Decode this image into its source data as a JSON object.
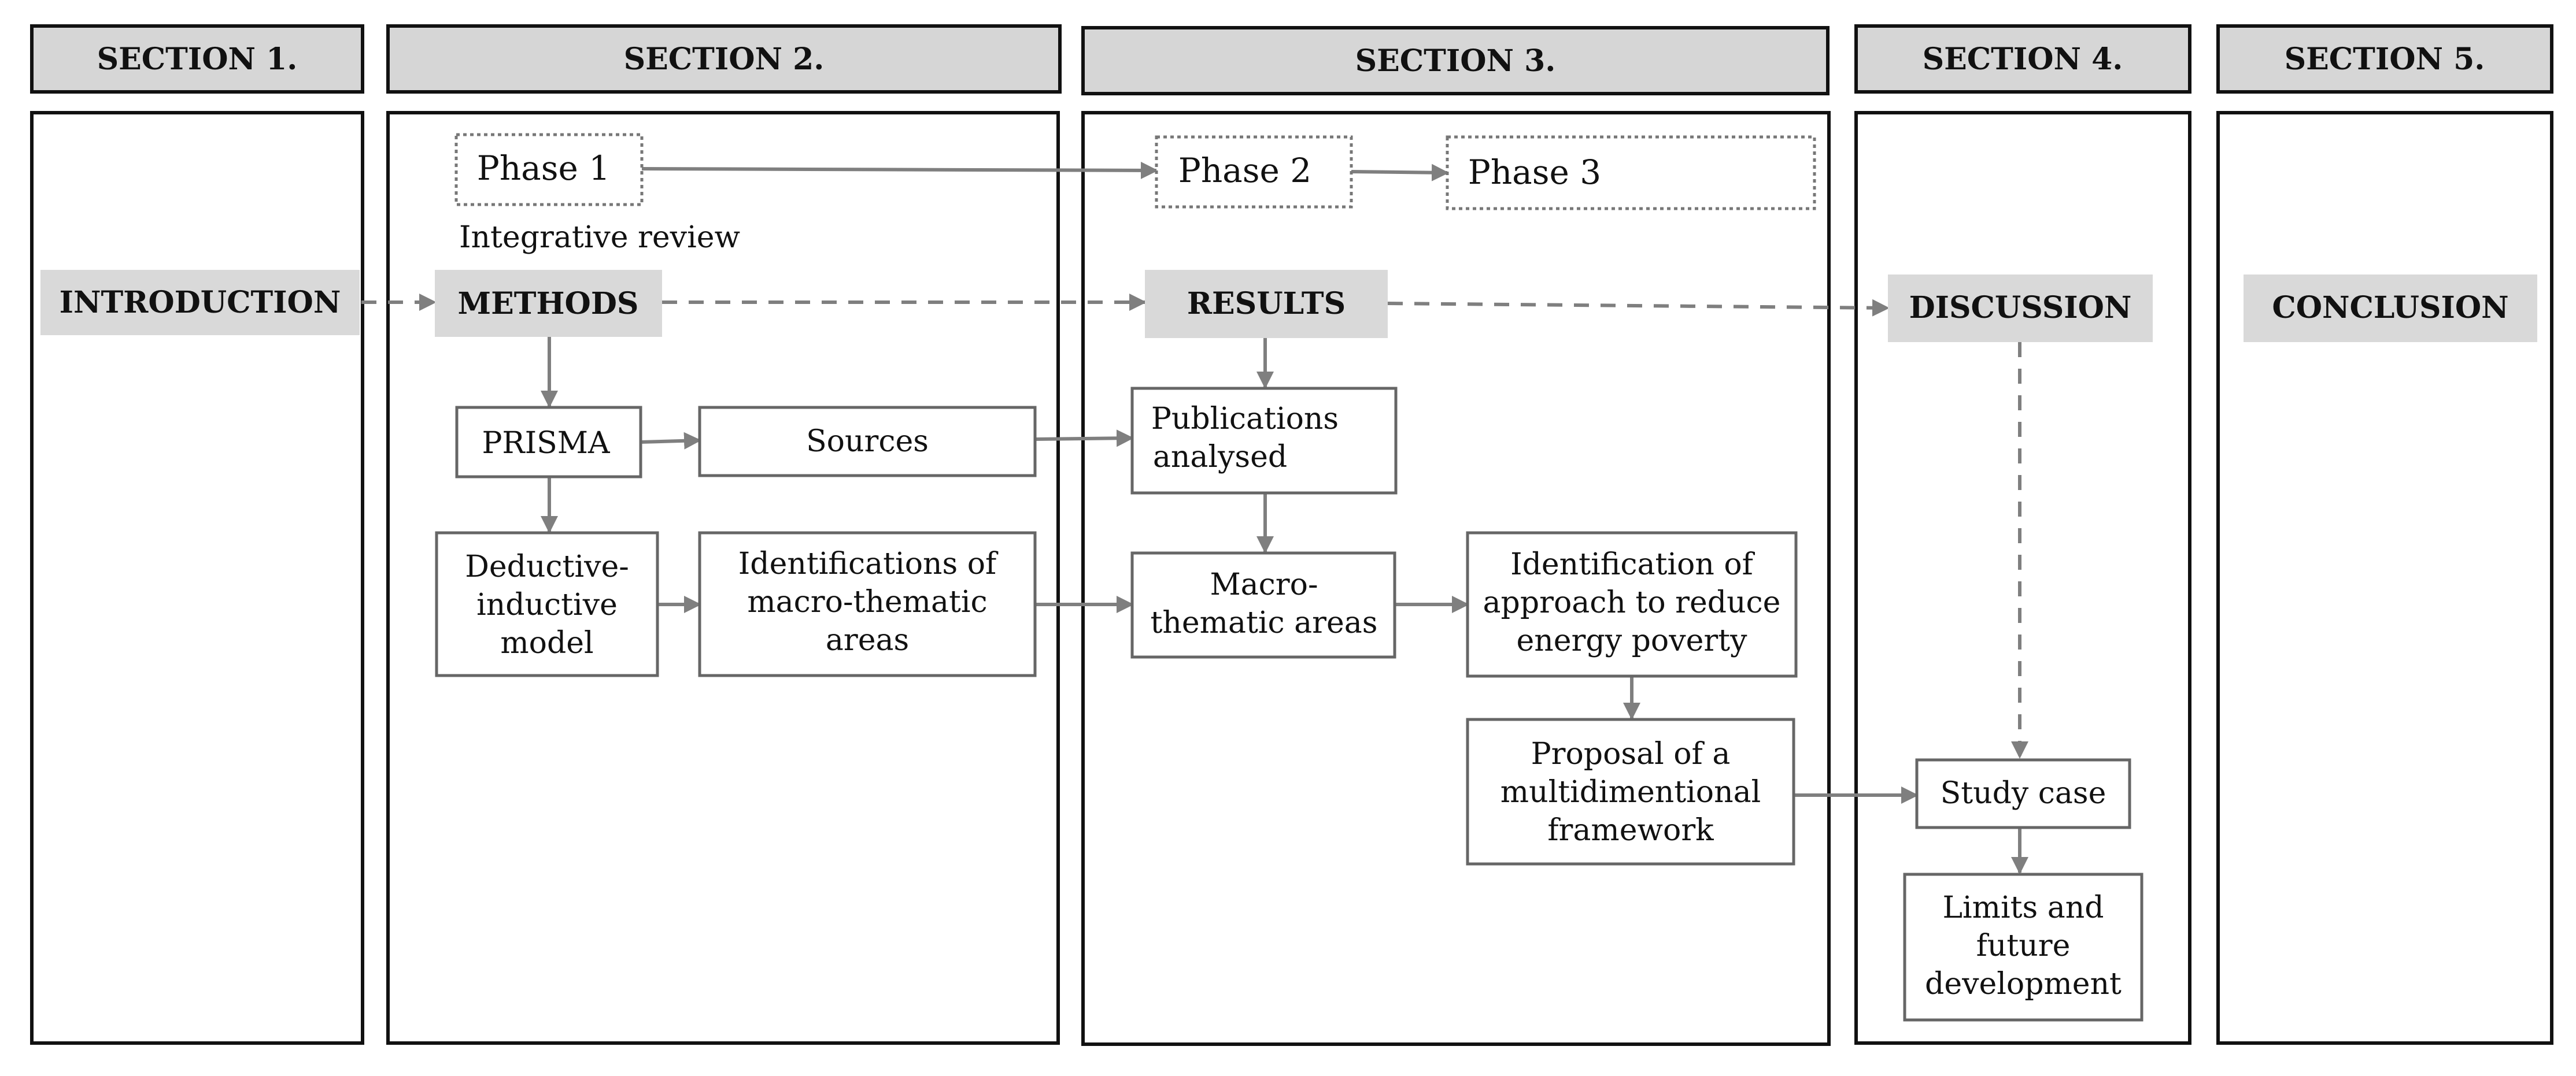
{
  "colors": {
    "header_fill": "#d6d6d6",
    "label_fill": "#d9d9d9",
    "arrow": "#7f7f7f",
    "border": "#111111",
    "box_border": "#666666"
  },
  "sections": [
    "SECTION 1.",
    "SECTION 2.",
    "SECTION 3.",
    "SECTION 4.",
    "SECTION 5."
  ],
  "stage_labels": {
    "introduction": "INTRODUCTION",
    "methods": "METHODS",
    "results": "RESULTS",
    "discussion": "DISCUSSION",
    "conclusion": "CONCLUSION"
  },
  "phases": {
    "phase1": "Phase 1",
    "phase2": "Phase 2",
    "phase3": "Phase 3",
    "phase1_note": "Integrative review"
  },
  "boxes": {
    "prisma": [
      "PRISMA"
    ],
    "sources": [
      "Sources"
    ],
    "deductive": [
      "Deductive-",
      "inductive",
      "model"
    ],
    "identifications": [
      "Identifications of",
      "macro-thematic",
      "areas"
    ],
    "publications": [
      "Publications",
      "analysed"
    ],
    "macro": [
      "Macro-",
      "thematic areas"
    ],
    "approach": [
      "Identification of",
      "approach to reduce",
      "energy poverty"
    ],
    "proposal": [
      "Proposal of a",
      "multidimentional",
      "framework"
    ],
    "study_case": [
      "Study case"
    ],
    "limits": [
      "Limits and",
      "future",
      "development"
    ]
  }
}
